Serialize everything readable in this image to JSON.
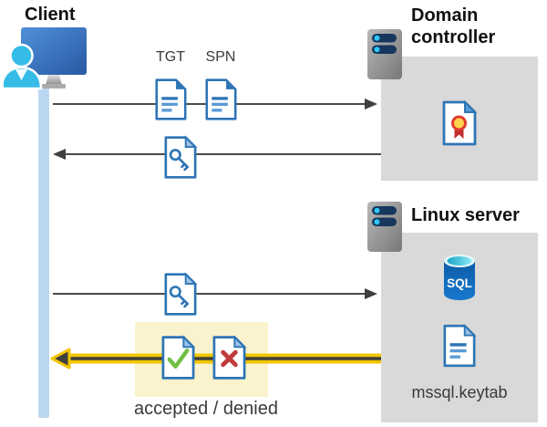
{
  "client": {
    "label": "Client"
  },
  "domain_controller": {
    "label": "Domain controller"
  },
  "linux_server": {
    "label": "Linux server"
  },
  "tickets": {
    "tgt": "TGT",
    "spn": "SPN"
  },
  "sql_database": {
    "label": "SQL"
  },
  "keytab_file": {
    "label": "mssql.keytab"
  },
  "result": {
    "label": "accepted / denied"
  },
  "icons": {
    "client": "user-at-monitor-icon",
    "domain_controller": "server-icon",
    "linux_server": "server-icon",
    "tgt": "document-icon",
    "spn": "document-icon",
    "session_key": "key-document-icon",
    "certificate": "certificate-document-icon",
    "database": "sql-database-icon",
    "keytab": "document-icon",
    "accepted": "check-document-icon",
    "denied": "cross-document-icon"
  },
  "colors": {
    "panel_gray": "#D9D9D9",
    "doc_border_blue": "#2E75B6",
    "doc_line_light_blue": "#5B9BD5",
    "person_cyan": "#35BCE6",
    "timeline_blue": "#BCD7F2",
    "highlight_yellow": "#FBF3CD",
    "arrow_yellow": "#F2C500",
    "arrow_gray": "#4A4A4A",
    "check_green": "#6FBF44",
    "cross_red": "#C13B3B",
    "sql_body_blue": "#1069BC",
    "sql_top_cyan": "#45D2EF",
    "seal_yellow": "#FFD24C",
    "seal_red": "#D63A2E",
    "server_slot_navy": "#17375E"
  }
}
